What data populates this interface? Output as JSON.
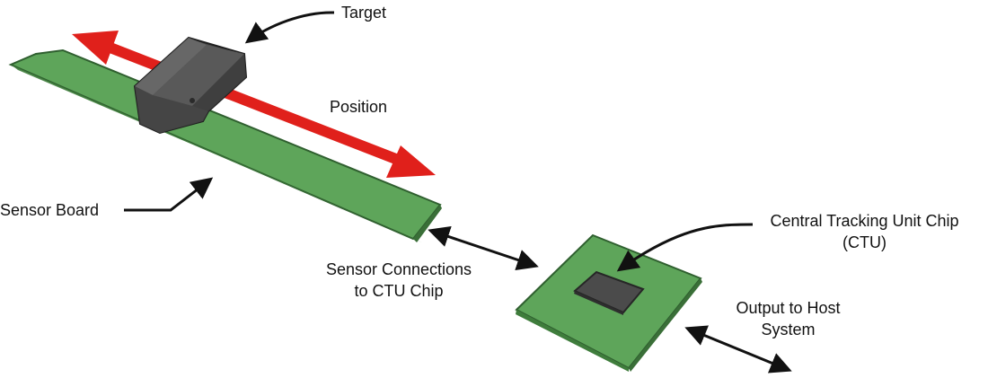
{
  "labels": {
    "target": "Target",
    "position": "Position",
    "sensor_board": "Sensor Board",
    "sensor_connections": [
      "Sensor Connections",
      "to CTU Chip"
    ],
    "ctu": [
      "Central Tracking Unit Chip",
      "(CTU)"
    ],
    "output": [
      "Output to Host",
      "System"
    ]
  },
  "colors": {
    "board_green": "#5aa05a",
    "board_edge": "#2f5f2f",
    "position_arrow": "#e0201b",
    "target_body": "#4a4a4a",
    "chip_body": "#4b4b4b",
    "connector_arrow": "#111111"
  }
}
